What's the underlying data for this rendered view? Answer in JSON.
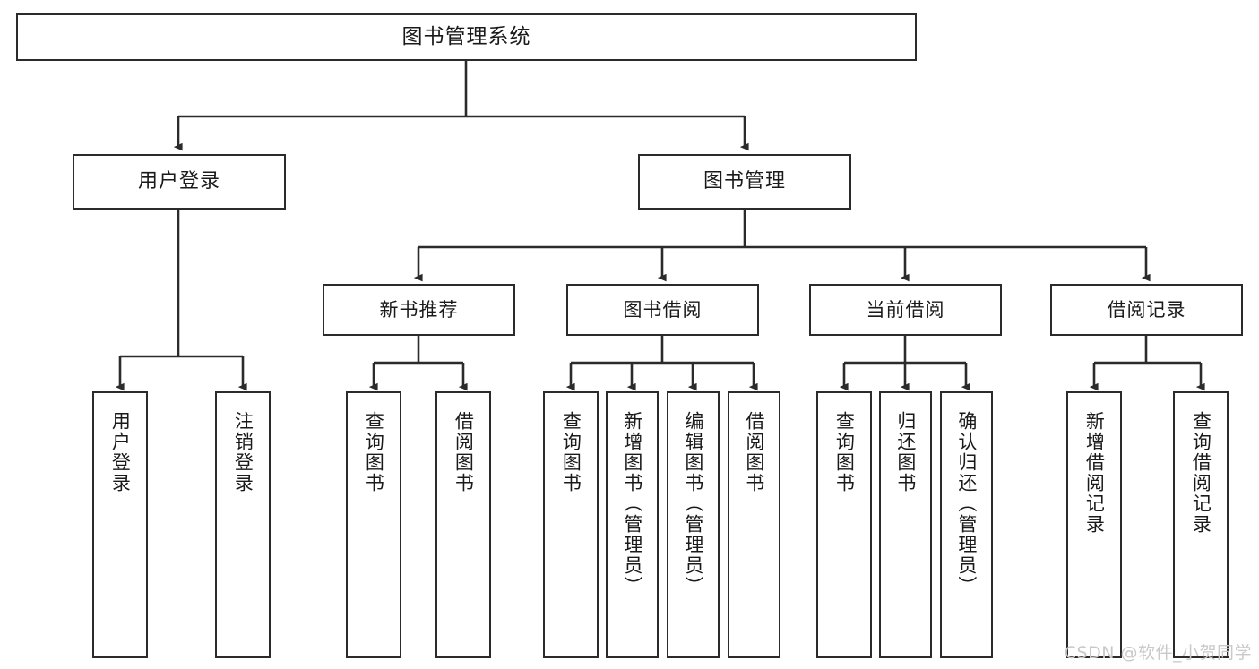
{
  "diagram": {
    "title": "图书管理系统",
    "type": "tree-hierarchy-chart",
    "watermark": "CSDN @软件_小贺同学",
    "colors": {
      "border": "#2b2b2b",
      "background": "#ffffff",
      "text": "#1a1a1a",
      "watermark": "#c9c9c9"
    },
    "root": {
      "label": "图书管理系统"
    },
    "level1": [
      {
        "label": "用户登录"
      },
      {
        "label": "图书管理"
      }
    ],
    "level2": [
      {
        "label": "新书推荐"
      },
      {
        "label": "图书借阅"
      },
      {
        "label": "当前借阅"
      },
      {
        "label": "借阅记录"
      }
    ],
    "leaves": {
      "user_login": [
        {
          "label": "用户登录"
        },
        {
          "label": "注销登录"
        }
      ],
      "new_book_recommend": [
        {
          "label": "查询图书"
        },
        {
          "label": "借阅图书"
        }
      ],
      "book_borrow": [
        {
          "label": "查询图书"
        },
        {
          "label": "新增图书（管理员）"
        },
        {
          "label": "编辑图书（管理员）"
        },
        {
          "label": "借阅图书"
        }
      ],
      "current_borrow": [
        {
          "label": "查询图书"
        },
        {
          "label": "归还图书"
        },
        {
          "label": "确认归还（管理员）"
        }
      ],
      "borrow_record": [
        {
          "label": "新增借阅记录"
        },
        {
          "label": "查询借阅记录"
        }
      ]
    }
  }
}
